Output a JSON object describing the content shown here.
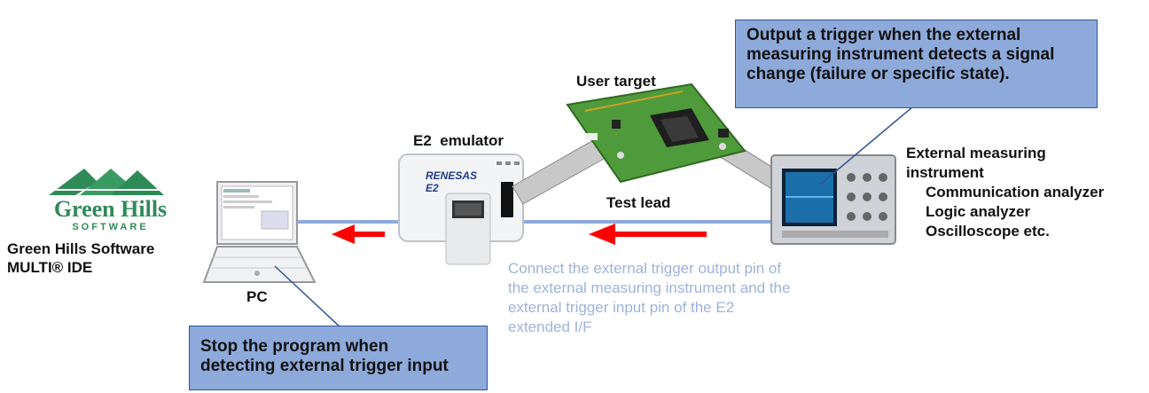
{
  "logo": {
    "brand": "Green Hills",
    "brand_sub": "SOFTWARE",
    "product_line1": "Green Hills Software",
    "product_line2": "MULTI® IDE"
  },
  "pc": {
    "label": "PC"
  },
  "emulator": {
    "label": "E2  emulator",
    "brand": "RENESAS",
    "model": "E2"
  },
  "target": {
    "label": "User target"
  },
  "cable": {
    "label": "Test lead"
  },
  "instrument": {
    "label_line1": "External measuring",
    "label_line2": "instrument",
    "types": [
      "Communication analyzer",
      "Logic analyzer",
      "Oscilloscope etc."
    ]
  },
  "callout_top": {
    "line1": "Output a trigger when the external",
    "line2": "measuring instrument detects a signal",
    "line3": "change (failure or specific state)."
  },
  "callout_bottom": {
    "line1": "Stop the program when",
    "line2": "detecting external trigger input"
  },
  "note": {
    "line1": "Connect the external trigger output pin of",
    "line2": "the external measuring instrument and the",
    "line3": "external trigger input pin of the E2",
    "line4": "extended I/F"
  },
  "colors": {
    "arrow": "#ff0000",
    "cable_line": "#8faadc",
    "callout_fill": "#8eaadb",
    "callout_border": "#2f5597",
    "logo_green": "#2e8b57"
  }
}
